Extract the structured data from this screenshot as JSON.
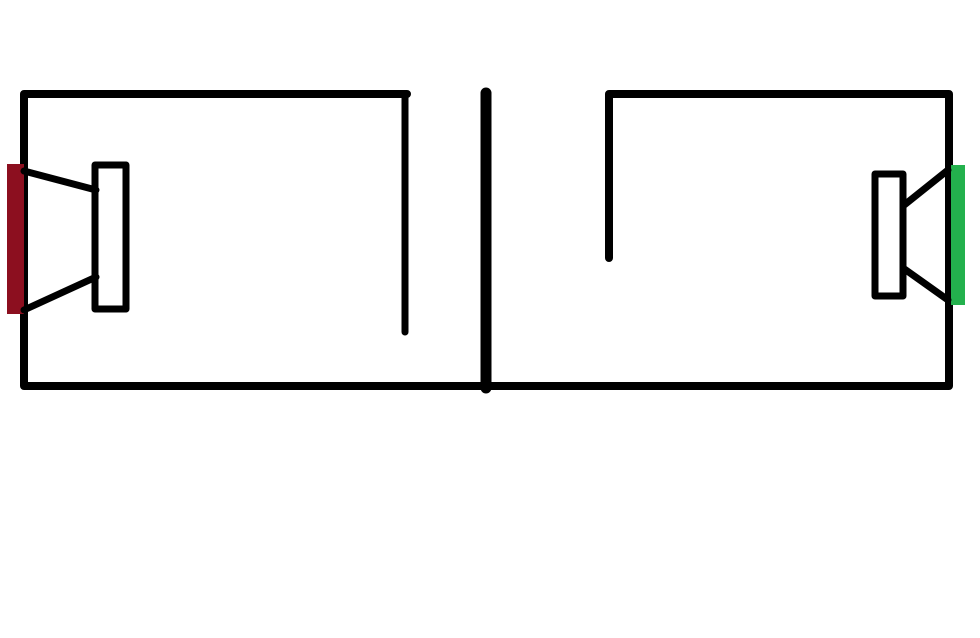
{
  "colors": {
    "background": "#ffffff",
    "line": "#000000",
    "left_terminal": "#8c0f1f",
    "right_terminal": "#23b14d"
  },
  "diagram": {
    "elements": [
      "left-enclosure",
      "left-speaker-driver",
      "left-terminal",
      "left-internal-port",
      "center-divider-wall",
      "right-enclosure",
      "right-speaker-driver",
      "right-terminal",
      "right-internal-port"
    ],
    "labels": []
  }
}
